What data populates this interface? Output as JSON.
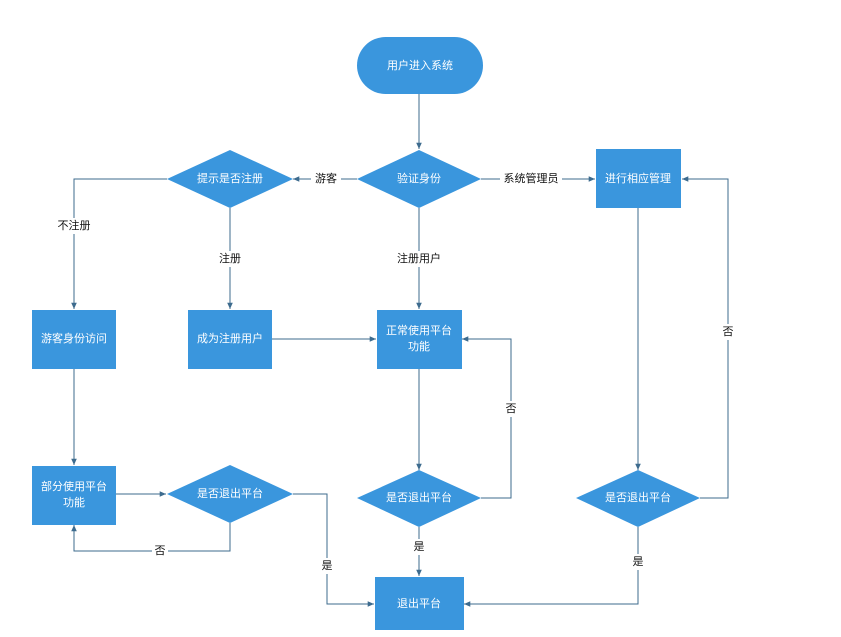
{
  "nodes": {
    "start": "用户进入系统",
    "verify": "验证身份",
    "prompt_register": "提示是否注册",
    "admin_manage": "进行相应管理",
    "guest_access": "游客身份访问",
    "become_user": "成为注册用户",
    "normal_use": [
      "正常使用平台",
      "功能"
    ],
    "partial_use": [
      "部分使用平台",
      "功能"
    ],
    "exit_q_guest": "是否退出平台",
    "exit_q_user": "是否退出平台",
    "exit_q_admin": "是否退出平台",
    "exit": "退出平台"
  },
  "edges": {
    "guest": "游客",
    "admin": "系统管理员",
    "registered_user": "注册用户",
    "not_register": "不注册",
    "register": "注册",
    "no_user": "否",
    "no_admin": "否",
    "no_guest": "否",
    "yes_guest": "是",
    "yes_user": "是",
    "yes_admin": "是"
  },
  "colors": {
    "shape_fill": "#3a96dd",
    "edge": "#3d6b8e",
    "background": "#ffffff"
  }
}
